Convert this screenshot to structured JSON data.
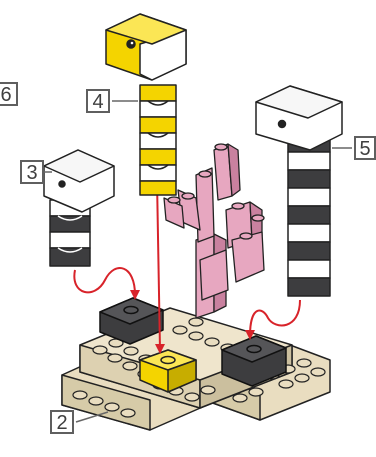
{
  "step_labels": {
    "partial": "6",
    "step3": "3",
    "step4": "4",
    "step5": "5",
    "step2": "2"
  },
  "colors": {
    "yellow": "#f4d400",
    "yellow_dark": "#c7ad00",
    "tan": "#e9ddc0",
    "tan_dark": "#cbbf9e",
    "dark_gray": "#3d3d3f",
    "pink": "#e7a7c0",
    "pink_dark": "#c9819f",
    "arrow": "#d8232a",
    "outline": "#222222"
  }
}
